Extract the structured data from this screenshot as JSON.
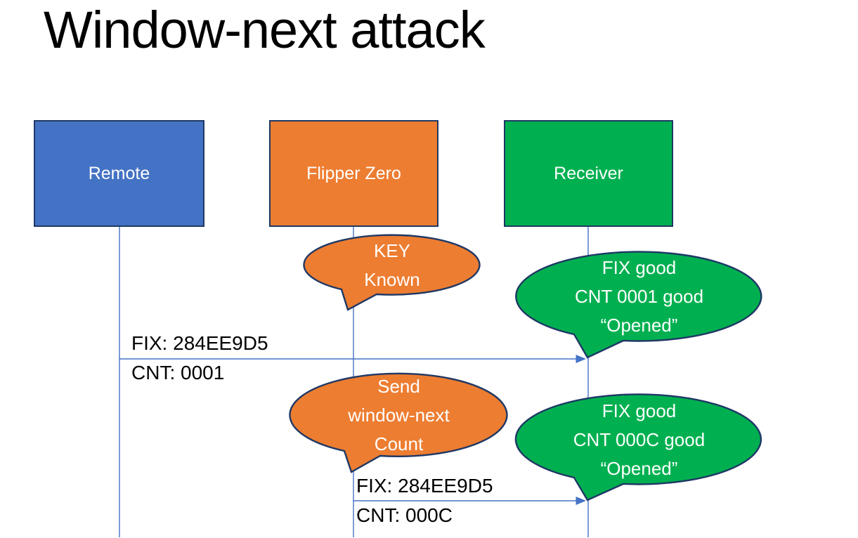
{
  "title": "Window-next attack",
  "colors": {
    "remote_fill": "#4472C4",
    "flipper_fill": "#ED7D31",
    "receiver_fill": "#00B050",
    "shape_border": "#1F3864",
    "connector": "#4472C4",
    "text_on_shapes": "#FFFFFF",
    "label_text": "#000000"
  },
  "actors": [
    {
      "id": "remote",
      "label": "Remote"
    },
    {
      "id": "flipper-zero",
      "label": "Flipper Zero"
    },
    {
      "id": "receiver",
      "label": "Receiver"
    }
  ],
  "callouts": [
    {
      "id": "key-known",
      "speaker": "flipper-zero",
      "lines": [
        "KEY",
        "Known"
      ]
    },
    {
      "id": "receiver-opened-1",
      "speaker": "receiver",
      "lines": [
        "FIX good",
        "CNT 0001 good",
        "“Opened”"
      ]
    },
    {
      "id": "send-window-next",
      "speaker": "flipper-zero",
      "lines": [
        "Send",
        "window-next",
        "Count"
      ]
    },
    {
      "id": "receiver-opened-2",
      "speaker": "receiver",
      "lines": [
        "FIX good",
        "CNT 000C good",
        "“Opened”"
      ]
    }
  ],
  "messages": [
    {
      "id": "remote-to-receiver",
      "from": "remote",
      "to": "receiver",
      "label_top": "FIX: 284EE9D5",
      "label_bottom": "CNT: 0001"
    },
    {
      "id": "flipper-to-receiver",
      "from": "flipper-zero",
      "to": "receiver",
      "label_top": "FIX: 284EE9D5",
      "label_bottom": "CNT: 000C"
    }
  ]
}
